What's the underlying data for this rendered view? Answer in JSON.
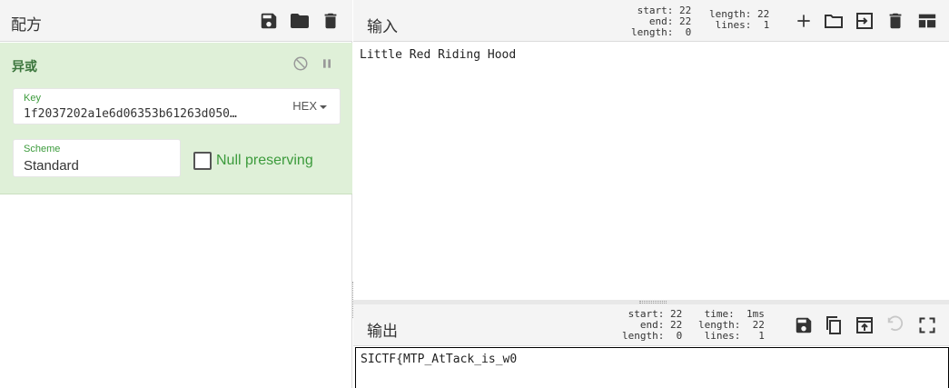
{
  "recipe": {
    "title": "配方",
    "operation": {
      "name": "异或",
      "key_label": "Key",
      "key_value": "1f2037202a1e6d06353b61263d050…",
      "key_format": "HEX",
      "scheme_label": "Scheme",
      "scheme_value": "Standard",
      "null_preserving_label": "Null preserving",
      "null_preserving_checked": false
    }
  },
  "input": {
    "title": "输入",
    "stats": {
      "start": "start: 22",
      "end": "end: 22",
      "length_sel": "length:  0",
      "length": "length: 22",
      "lines": "lines:  1"
    },
    "text": "Little Red Riding Hood"
  },
  "output": {
    "title": "输出",
    "stats": {
      "start": "start: 22",
      "end": "end: 22",
      "length_sel": "length:  0",
      "time": "time:  1ms",
      "length": "length:  22",
      "lines": "lines:   1"
    },
    "text": "SICTF{MTP_AtTack_is_w0"
  },
  "colors": {
    "operation_bg": "#dff0d8",
    "operation_title": "#3c763d",
    "field_label": "#3c9b3c"
  }
}
